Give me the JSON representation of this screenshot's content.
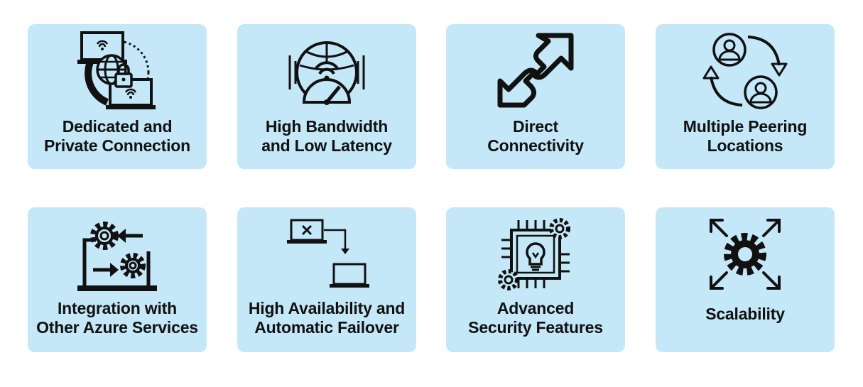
{
  "cards": [
    {
      "line1": "Dedicated and",
      "line2": "Private Connection",
      "icon": "private-network-icon"
    },
    {
      "line1": "High Bandwidth",
      "line2": "and Low Latency",
      "icon": "speedometer-icon"
    },
    {
      "line1": "Direct",
      "line2": "Connectivity",
      "icon": "direct-arrow-icon"
    },
    {
      "line1": "Multiple Peering",
      "line2": "Locations",
      "icon": "peering-users-icon"
    },
    {
      "line1": "Integration with",
      "line2": "Other Azure Services",
      "icon": "integration-gears-icon"
    },
    {
      "line1": "High Availability and",
      "line2": "Automatic Failover",
      "icon": "failover-icon"
    },
    {
      "line1": "Advanced",
      "line2": "Security Features",
      "icon": "security-chip-icon"
    },
    {
      "line1": "Scalability",
      "line2": "",
      "icon": "scalability-gear-icon"
    }
  ],
  "colors": {
    "card": "#c5e8f8",
    "text": "#111111",
    "icon": "#111111"
  }
}
